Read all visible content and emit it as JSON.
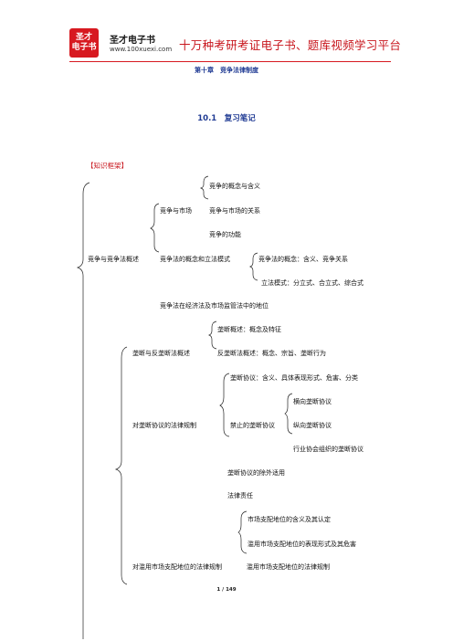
{
  "header": {
    "logo_line1": "圣才",
    "logo_line2": "电子书",
    "brand_name": "圣才电子书",
    "brand_url": "www.100xuexi.com",
    "slogan": "十万种考研考证电子书、题库视频学习平台"
  },
  "chapter_title": "第十章　竞争法律制度",
  "section_title": "10.1　复习笔记",
  "framework_label": "【知识框架】",
  "outline": {
    "n1": "竞争的概念与含义",
    "n2": "竞争与市场",
    "n3": "竞争与市场的关系",
    "n4": "竞争的功能",
    "n5": "竞争与竞争法概述",
    "n6": "竞争法的概念和立法模式",
    "n7": "竞争法的概念：含义、竞争关系",
    "n8": "立法模式：分立式、合立式、综合式",
    "n9": "竞争法在经济法及市场监管法中的地位",
    "n10": "垄断概述：概念及特征",
    "n11": "垄断与反垄断法概述",
    "n12": "反垄断法概述：概念、宗旨、垄断行为",
    "n13": "垄断协议：含义、具体表现形式、危害、分类",
    "n14": "横向垄断协议",
    "n15": "对垄断协议的法律规制",
    "n16": "禁止的垄断协议",
    "n17": "纵向垄断协议",
    "n18": "行业协会组织的垄断协议",
    "n19": "垄断协议的除外适用",
    "n20": "法律责任",
    "n21": "市场支配地位的含义及其认定",
    "n22": "滥用市场支配地位的表现形式及其危害",
    "n23": "对滥用市场支配地位的法律规制",
    "n24": "滥用市场支配地位的法律规制"
  },
  "footer": {
    "page": "1 / 149"
  },
  "colors": {
    "brand_red": "#d71920",
    "title_blue": "#1f3a93"
  }
}
